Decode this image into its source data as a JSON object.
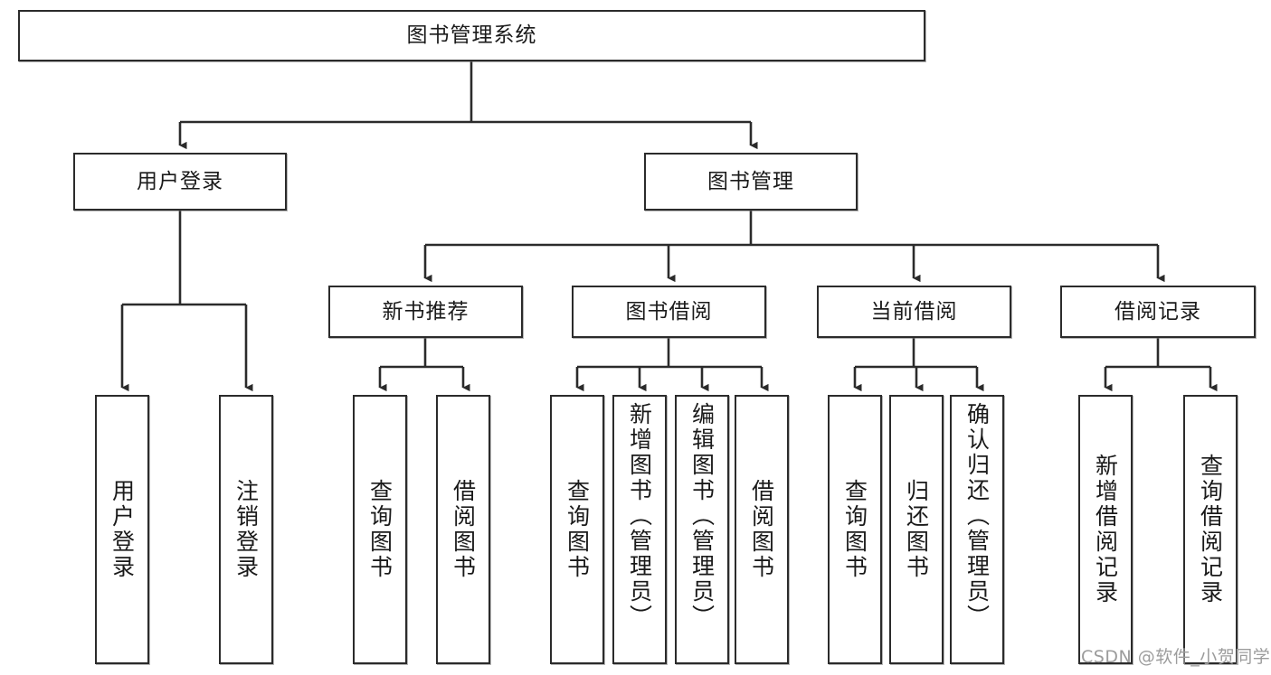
{
  "diagram": {
    "title": "图书管理系统",
    "type": "tree-hierarchy",
    "watermark": "CSDN @软件_小贺同学",
    "colors": {
      "box_border": "#2b2b2b",
      "box_fill": "#ffffff",
      "connector": "#2b2b2b",
      "text": "#1a1a1a",
      "watermark": "#9c9c9c"
    },
    "root": {
      "label": "图书管理系统"
    },
    "level1": [
      {
        "label": "用户登录"
      },
      {
        "label": "图书管理"
      }
    ],
    "user_login_children": [
      {
        "label": "用户登录"
      },
      {
        "label": "注销登录"
      }
    ],
    "level2": [
      {
        "label": "新书推荐"
      },
      {
        "label": "图书借阅"
      },
      {
        "label": "当前借阅"
      },
      {
        "label": "借阅记录"
      }
    ],
    "new_book_children": [
      {
        "label": "查询图书"
      },
      {
        "label": "借阅图书"
      }
    ],
    "borrow_children": [
      {
        "label": "查询图书"
      },
      {
        "label": "新增图书（管理员）"
      },
      {
        "label": "编辑图书（管理员）"
      },
      {
        "label": "借阅图书"
      }
    ],
    "current_borrow_children": [
      {
        "label": "查询图书"
      },
      {
        "label": "归还图书"
      },
      {
        "label": "确认归还（管理员）"
      }
    ],
    "record_children": [
      {
        "label": "新增借阅记录"
      },
      {
        "label": "查询借阅记录"
      }
    ]
  }
}
